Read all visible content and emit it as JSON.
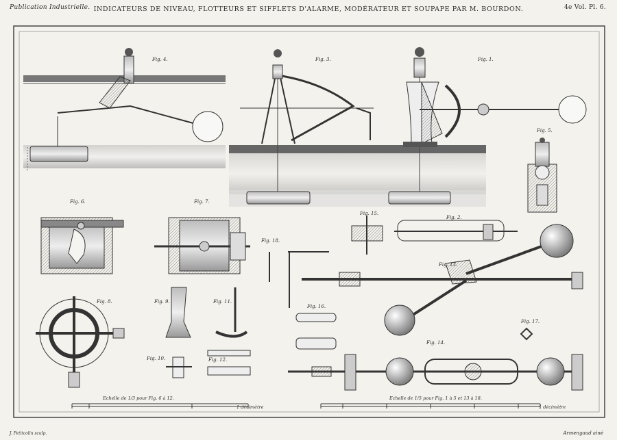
{
  "header": {
    "publication": "Publication Industrielle.",
    "title": "INDICATEURS DE NIVEAU, FLOTTEURS ET SIFFLETS D'ALARME, MODÉRATEUR ET SOUPAPE PAR M. BOURDON.",
    "volume": "4e Vol. Pl. 6."
  },
  "figures": {
    "fig1": "Fig. 1.",
    "fig2": "Fig. 2.",
    "fig3": "Fig. 3.",
    "fig4": "Fig. 4.",
    "fig5": "Fig. 5.",
    "fig6": "Fig. 6.",
    "fig7": "Fig. 7.",
    "fig8": "Fig. 8.",
    "fig9": "Fig. 9.",
    "fig10": "Fig. 10.",
    "fig11": "Fig. 11.",
    "fig12": "Fig. 12.",
    "fig13": "Fig. 13.",
    "fig14": "Fig. 14.",
    "fig15": "Fig. 15.",
    "fig16": "Fig. 16.",
    "fig17": "Fig. 17.",
    "fig18": "Fig. 18."
  },
  "scales": {
    "left": "Echelle de 1/3 pour Fig. 6 à 12.",
    "left_end": "1 décimètre",
    "right": "Echelle de 1/5 pour Fig. 1 à 5 et 13 à 18.",
    "right_end": "1 décimètre"
  },
  "footer": {
    "engraver": "J. Petitcolin sculp.",
    "publisher": "Armengaud ainé"
  }
}
